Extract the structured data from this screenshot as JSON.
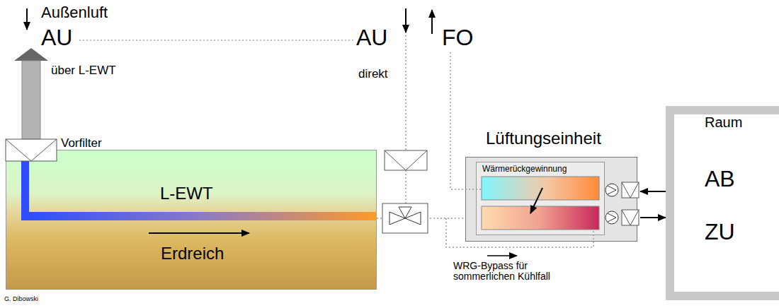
{
  "diagram": {
    "nodes": [
      {
        "text": [
          "L-EWT",
          "Erdreich"
        ]
      },
      {
        "text": [
          "Lüftungseinheit"
        ]
      },
      {
        "text": [
          "Wärmerückgewinnung"
        ],
        "in": 1
      },
      {
        "text": [
          "Raum",
          "AB",
          "ZU"
        ]
      }
    ],
    "edges": [
      {
        "from": 0,
        "to": 1,
        "arrow": "none"
      },
      {
        "from": 3,
        "to": 1,
        "arrow": "to"
      },
      {
        "from": 1,
        "to": 3,
        "arrow": "to"
      }
    ],
    "labels": [
      "Außenluft",
      "AU",
      "über L-EWT",
      "Vorfilter",
      "AU",
      "direkt",
      "FO",
      "WRG-Bypass für sommerlichen Kühlfall",
      "G. Dibowski"
    ]
  }
}
